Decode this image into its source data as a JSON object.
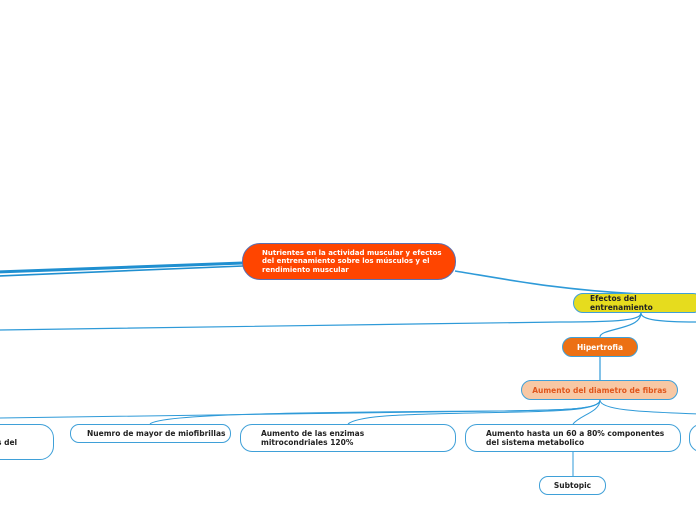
{
  "map": {
    "central": "Nutrientes en la actividad muscular y efectos del entrenamiento sobre los músculos y el rendimiento muscular",
    "efectos": "Efectos del entrenamiento",
    "hipertrofia": "Hipertrofia",
    "aumento_diametro": "Aumento del diametro de fibras",
    "left_partial": "s del",
    "miofibrillas": "Nuemro de mayor de miofibrillas",
    "enzimas": "Aumento de las enzimas mitrocondriales 120%",
    "componentes": "Aumento hasta un 60 a 80%  componentes del sistema metabolico",
    "subtopic": "Subtopic"
  },
  "colors": {
    "central": "#ff4500",
    "efectos": "#e6dc1e",
    "hipertrofia": "#ec7014",
    "aumento": "#f8c8a4",
    "aumento_text": "#e0561c",
    "connector": "#2e9ad8",
    "thick_connector": "#1f8fd0"
  }
}
